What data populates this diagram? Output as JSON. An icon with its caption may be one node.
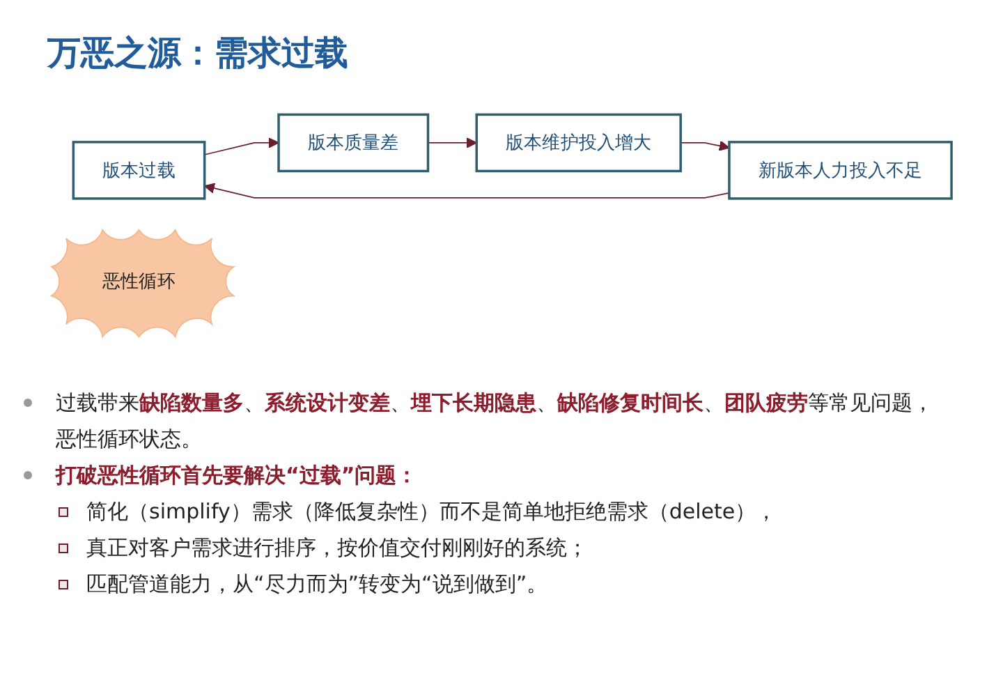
{
  "diagram": {
    "title": "万恶之源：需求过载",
    "nodes": [
      {
        "text": [
          "版本过载"
        ]
      },
      {
        "text": [
          "版本质量差"
        ]
      },
      {
        "text": [
          "恶性循环"
        ]
      },
      {
        "text": [
          "新版本人力投入不足"
        ]
      },
      {
        "text": [
          "版本维护投入增大"
        ]
      }
    ],
    "edges": [
      {
        "from": 0,
        "to": 1,
        "arrow": "to"
      },
      {
        "from": 1,
        "to": 4,
        "arrow": "to"
      },
      {
        "from": 4,
        "to": 3,
        "arrow": "to"
      },
      {
        "from": 3,
        "to": 0,
        "arrow": "to"
      }
    ],
    "labels": [
      "过载带来**缺陷数量多**、**系统设计变差**、**埋下长期隐患**、**缺陷修复时间长**、**团队疲劳**等常见问题，恶性循环状态。",
      "打破恶性循环首先要解决“过载”问题：",
      "简化（simplify）需求（降低复杂性）而不是简单地拒绝需求（delete），",
      "真正对客户需求进行排序，按价值交付刚刚好的系统；",
      "匹配管道能力，从“尽力而为”转变为“说到做到”。"
    ]
  }
}
